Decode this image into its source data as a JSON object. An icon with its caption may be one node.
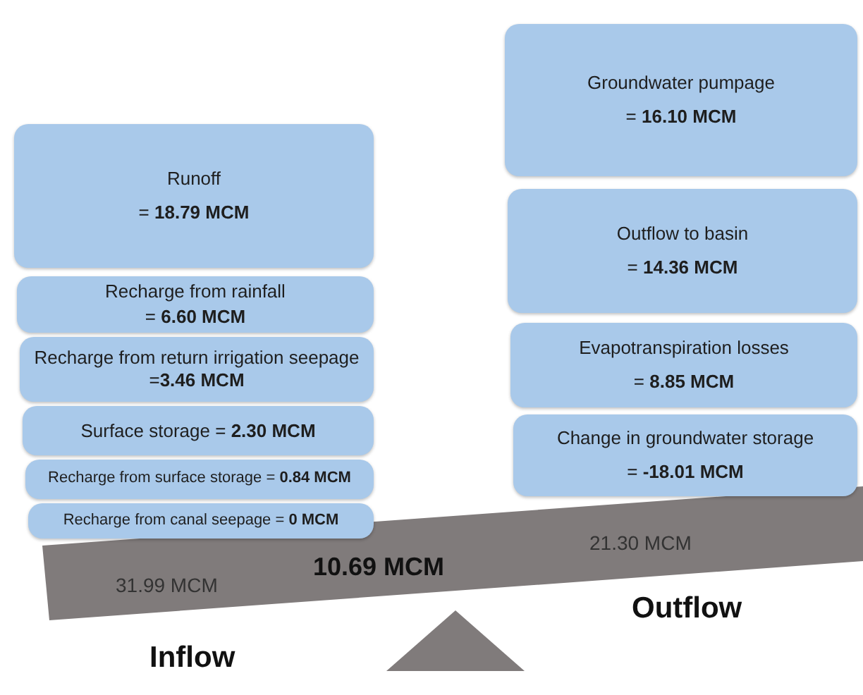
{
  "diagram": {
    "nodes": [
      {
        "text": [
          "Runoff",
          "= **18.79  MCM**"
        ]
      },
      {
        "text": [
          "Recharge from rainfall",
          "= **6.60  MCM**"
        ]
      },
      {
        "text": [
          "Recharge from return irrigation seepage =**3.46 MCM**"
        ]
      },
      {
        "text": [
          "Surface storage = **2.30 MCM**"
        ]
      },
      {
        "text": [
          "Recharge from surface storage = **0.84 MCM**"
        ]
      },
      {
        "text": [
          "Recharge from canal seepage = **0 MCM**"
        ]
      },
      {
        "text": [
          "Groundwater pumpage",
          "= **16.10 MCM**"
        ]
      },
      {
        "text": [
          "Outflow to basin",
          "= **14.36 MCM**"
        ]
      },
      {
        "text": [
          "Evapotranspiration losses",
          "= **8.85 MCM**"
        ]
      },
      {
        "text": [
          "Change in groundwater storage",
          "= **-18.01 MCM**"
        ]
      }
    ],
    "labels": [
      "31.99 MCM",
      "10.69 MCM",
      "21.30 MCM",
      "Inflow",
      "Outflow"
    ]
  }
}
